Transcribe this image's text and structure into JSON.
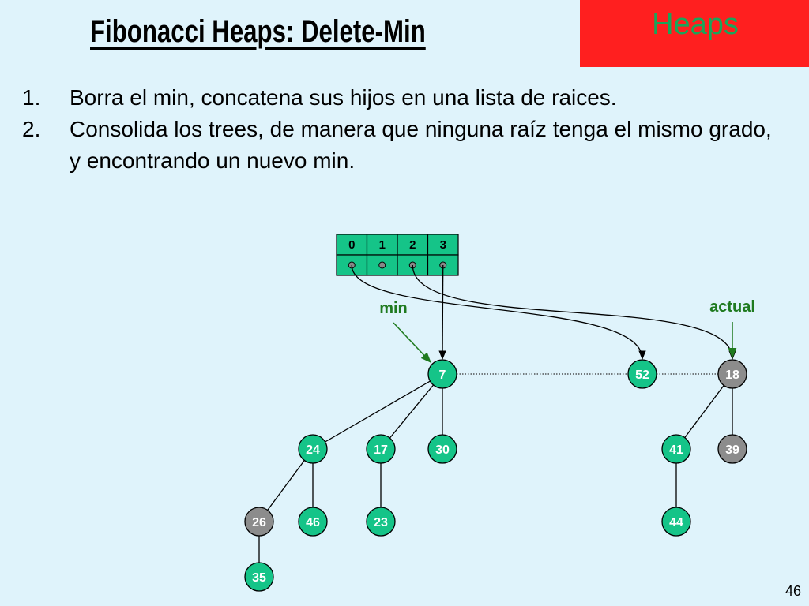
{
  "header": {
    "tag": "Heaps",
    "title": "Fibonacci Heaps: Delete-Min"
  },
  "steps": [
    {
      "num": "1.",
      "text": "Borra el min, concatena sus hijos en una lista de raices."
    },
    {
      "num": "2.",
      "text": "Consolida los trees, de manera que ninguna raíz tenga el mismo grado, y encontrando un nuevo min."
    }
  ],
  "diagram": {
    "rank_array": {
      "labels": [
        "0",
        "1",
        "2",
        "3"
      ],
      "pointers": {
        "0": "52",
        "2": "18",
        "3": "7"
      }
    },
    "pointer_labels": {
      "min": {
        "text": "min",
        "target": "7"
      },
      "actual": {
        "text": "actual",
        "target": "18"
      }
    },
    "nodes": [
      {
        "id": "7",
        "label": "7",
        "state": "normal"
      },
      {
        "id": "52",
        "label": "52",
        "state": "normal"
      },
      {
        "id": "18",
        "label": "18",
        "state": "marked"
      },
      {
        "id": "24",
        "label": "24",
        "state": "normal"
      },
      {
        "id": "17",
        "label": "17",
        "state": "normal"
      },
      {
        "id": "30",
        "label": "30",
        "state": "normal"
      },
      {
        "id": "41",
        "label": "41",
        "state": "normal"
      },
      {
        "id": "39",
        "label": "39",
        "state": "marked"
      },
      {
        "id": "26",
        "label": "26",
        "state": "marked"
      },
      {
        "id": "46",
        "label": "46",
        "state": "normal"
      },
      {
        "id": "23",
        "label": "23",
        "state": "normal"
      },
      {
        "id": "44",
        "label": "44",
        "state": "normal"
      },
      {
        "id": "35",
        "label": "35",
        "state": "normal"
      }
    ],
    "edges": [
      [
        "7",
        "24"
      ],
      [
        "7",
        "17"
      ],
      [
        "7",
        "30"
      ],
      [
        "24",
        "26"
      ],
      [
        "24",
        "46"
      ],
      [
        "17",
        "23"
      ],
      [
        "26",
        "35"
      ],
      [
        "18",
        "41"
      ],
      [
        "18",
        "39"
      ],
      [
        "41",
        "44"
      ]
    ],
    "root_list": [
      "7",
      "52",
      "18"
    ]
  },
  "colors": {
    "node_normal": "#15c488",
    "node_marked": "#8c8c8c",
    "node_text": "#ffffff",
    "label_green": "#1f7a1f",
    "tag_bg": "#ff1f1f",
    "tag_text": "#1aa55a",
    "background": "#dff3fb"
  },
  "footer": {
    "page": "46"
  }
}
